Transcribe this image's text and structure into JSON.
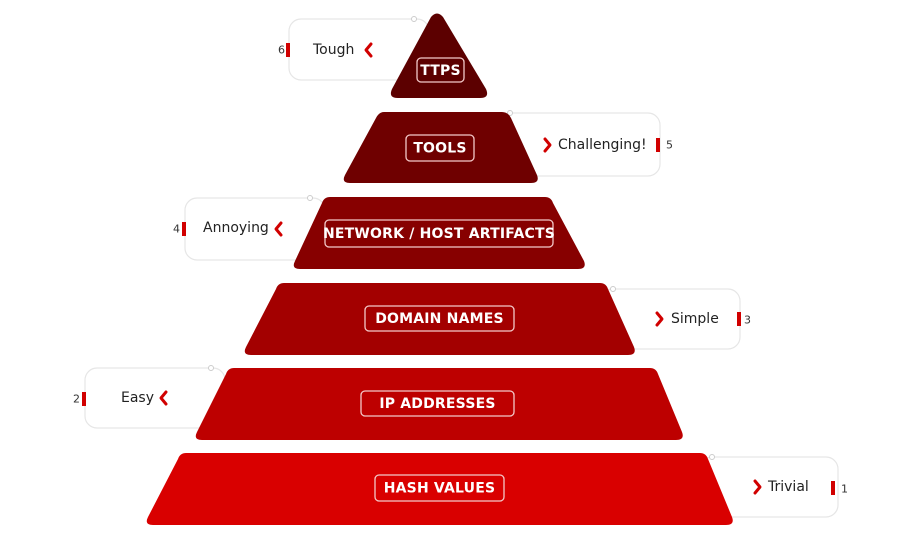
{
  "title": "Pyramid of Pain",
  "levels": [
    {
      "rank": "6",
      "name": "TTPS",
      "difficulty": "Tough",
      "color": "#5c0000"
    },
    {
      "rank": "5",
      "name": "TOOLS",
      "difficulty": "Challenging!",
      "color": "#6f0000"
    },
    {
      "rank": "4",
      "name": "NETWORK / HOST ARTIFACTS",
      "difficulty": "Annoying",
      "color": "#870000"
    },
    {
      "rank": "3",
      "name": "DOMAIN NAMES",
      "difficulty": "Simple",
      "color": "#a30000"
    },
    {
      "rank": "2",
      "name": "IP ADDRESSES",
      "difficulty": "Easy",
      "color": "#bd0000"
    },
    {
      "rank": "1",
      "name": "HASH VALUES",
      "difficulty": "Trivial",
      "color": "#d90000"
    }
  ],
  "accent": "#d10000"
}
